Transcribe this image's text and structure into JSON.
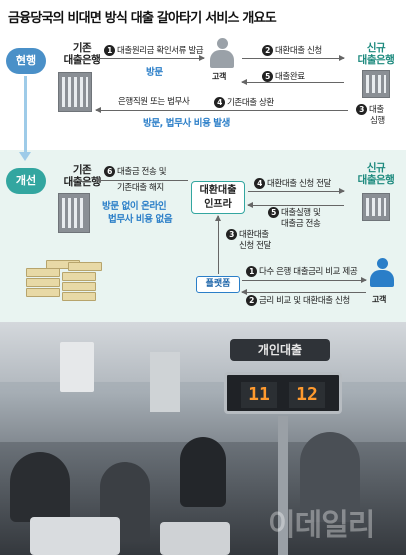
{
  "title": "금융당국의 비대면 방식 대출 갈아타기 서비스 개요도",
  "current": {
    "label": "현행",
    "existing_bank": [
      "기존",
      "대출은행"
    ],
    "new_bank": [
      "신규",
      "대출은행"
    ],
    "customer": "고객",
    "steps": {
      "s1": {
        "num": "1",
        "text": "대출원리금 확인서류 발급"
      },
      "s2": {
        "num": "2",
        "text": "대환대출 신청"
      },
      "s3": {
        "num": "3",
        "text": "대출",
        "text2": "심행"
      },
      "s4": {
        "num": "4",
        "text": "기존대출 상환"
      },
      "s5": {
        "num": "5",
        "text": "대출완료"
      }
    },
    "visit": "방문",
    "agent": "은행직원 또는 법무사",
    "cost": "방문, 법무사 비용 발생"
  },
  "improved": {
    "label": "개선",
    "existing_bank": [
      "기존",
      "대출은행"
    ],
    "new_bank": [
      "신규",
      "대출은행"
    ],
    "infra": [
      "대환대출",
      "인프라"
    ],
    "platform": "플랫폼",
    "customer": "고객",
    "steps": {
      "s1": {
        "num": "1",
        "text": "다수 은행 대출금리 비교 제공"
      },
      "s2": {
        "num": "2",
        "text": "금리 비교 및 대환대출 신청"
      },
      "s3": {
        "num": "3",
        "text": "대환대출",
        "text2": "신청 전달"
      },
      "s4": {
        "num": "4",
        "text": "대환대출 신청 전달"
      },
      "s5": {
        "num": "5",
        "text": "대출실행 및",
        "text2": "대출금 전송"
      },
      "s6": {
        "num": "6",
        "text": "대출금 전송 및",
        "text2": "기존대출 해지"
      }
    },
    "benefit": [
      "방문 없이 온라인",
      "법무사 비용 없음"
    ]
  },
  "photo": {
    "sign": "개인대출",
    "counter_left": "11",
    "counter_right": "12",
    "watermark": "이데일리"
  },
  "colors": {
    "current_pill": "#4a90c8",
    "improved_pill": "#33a6a0",
    "improved_bg": "#e9f4f1",
    "blue_text": "#2a7ec8"
  }
}
